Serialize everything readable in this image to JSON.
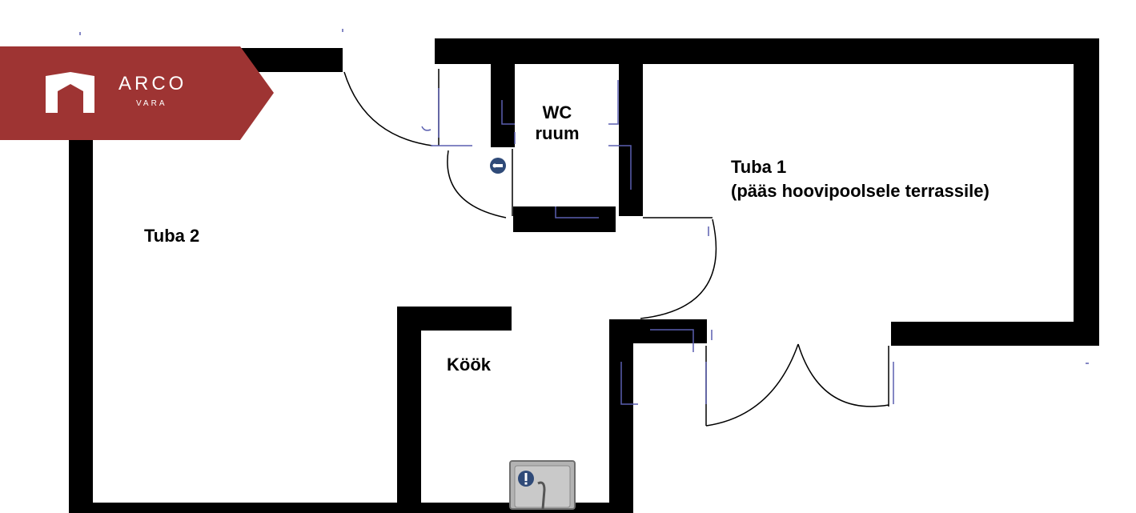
{
  "brand": {
    "name": "ARCO",
    "sub": "VARA",
    "color": "#9e3433",
    "logo_icon": "house-icon"
  },
  "rooms": {
    "wc": "WC\nruum",
    "tuba1_name": "Tuba 1",
    "tuba1_note": "(pääs hoovipoolsele terrassile)",
    "tuba2": "Tuba 2",
    "kook": "Köök"
  },
  "colors": {
    "wall": "#000000",
    "fixture_line": "#5a5fb0",
    "door_line": "#000000",
    "sink": "#b3b3b3",
    "sensor": "#2f4a78"
  },
  "icons": [
    "toilet-sensor-icon",
    "sink-icon",
    "water-tap-icon"
  ]
}
